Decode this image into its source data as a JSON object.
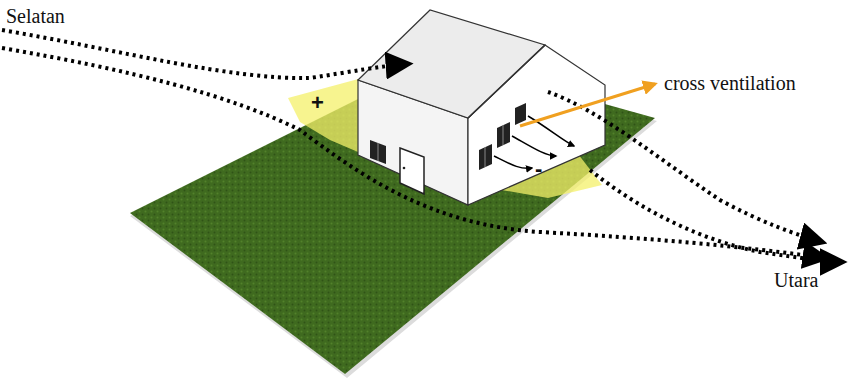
{
  "diagram": {
    "labels": [
      "Selatan",
      "cross ventilation",
      "+",
      "-",
      "Utara"
    ]
  }
}
